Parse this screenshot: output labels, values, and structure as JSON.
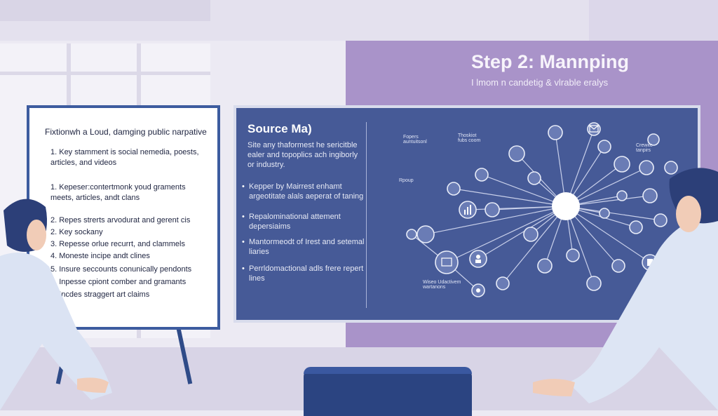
{
  "header": {
    "title": "Step 2: Mannping",
    "subtitle": "I lmom n candetig & vlrable eralys"
  },
  "whiteboard": {
    "title": "Fixtionwh a Loud, damging public narpative",
    "items": [
      "1.  Key stamment is social nemedia, poests,",
      "     articles, and videos",
      "1.  Kepeser:contertmonk youd graments",
      "     meets, articles, andt clans",
      "2.  Repes strerts arvodurat and gerent cis",
      "2.  Key sockany",
      "3.  Repesse orlue recurrt, and clammels",
      "4.  Moneste incipe andt clines",
      "5.  Insure seccounts conunically pendonts",
      "5.  Inpesse cpiont comber and gramants",
      "9.  Incdes straggert art claims"
    ]
  },
  "screen": {
    "title": "Source Ma)",
    "intro": "Site any thaformest he sericitble ealer and topoplics ach ingiborly or industry.",
    "bullets": [
      "Kepper by Mairrest enhamt argeotitate alals aeperat of taning",
      "Repalominational attement depersiaims",
      "Mantormeodt of Irest and setemal liaries",
      "Perrldomactional adls frere repert lines"
    ],
    "node_labels": [
      "Fopers auntuitsonl",
      "Thoskiot fubs coom",
      "Rpoup",
      "Crewite tanpirs",
      "Wiseo Udactivem wartanons"
    ]
  },
  "network_icons": [
    "mail-icon",
    "bar-chart-icon",
    "document-icon",
    "twitter-icon",
    "video-icon",
    "person-icon"
  ]
}
